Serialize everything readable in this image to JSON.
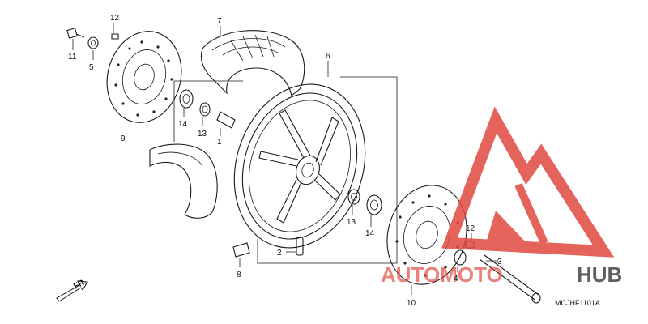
{
  "diagram": {
    "code": "MCJHF1101A",
    "direction_label": "FR.",
    "parts": [
      {
        "id": "p1",
        "label": "1"
      },
      {
        "id": "p2",
        "label": "2"
      },
      {
        "id": "p3",
        "label": "3"
      },
      {
        "id": "p4",
        "label": "4"
      },
      {
        "id": "p5",
        "label": "5"
      },
      {
        "id": "p6",
        "label": "6"
      },
      {
        "id": "p7",
        "label": "7"
      },
      {
        "id": "p8",
        "label": "8"
      },
      {
        "id": "p9",
        "label": "9"
      },
      {
        "id": "p10",
        "label": "10"
      },
      {
        "id": "p11",
        "label": "11"
      },
      {
        "id": "p12a",
        "label": "12"
      },
      {
        "id": "p12b",
        "label": "12"
      },
      {
        "id": "p13a",
        "label": "13"
      },
      {
        "id": "p13b",
        "label": "13"
      },
      {
        "id": "p14a",
        "label": "14"
      },
      {
        "id": "p14b",
        "label": "14"
      }
    ]
  },
  "watermark": {
    "brand_left": "AUTOMOTO",
    "brand_right": "HUB",
    "color_primary": "#e0483f",
    "color_secondary": "#f0a89f"
  }
}
